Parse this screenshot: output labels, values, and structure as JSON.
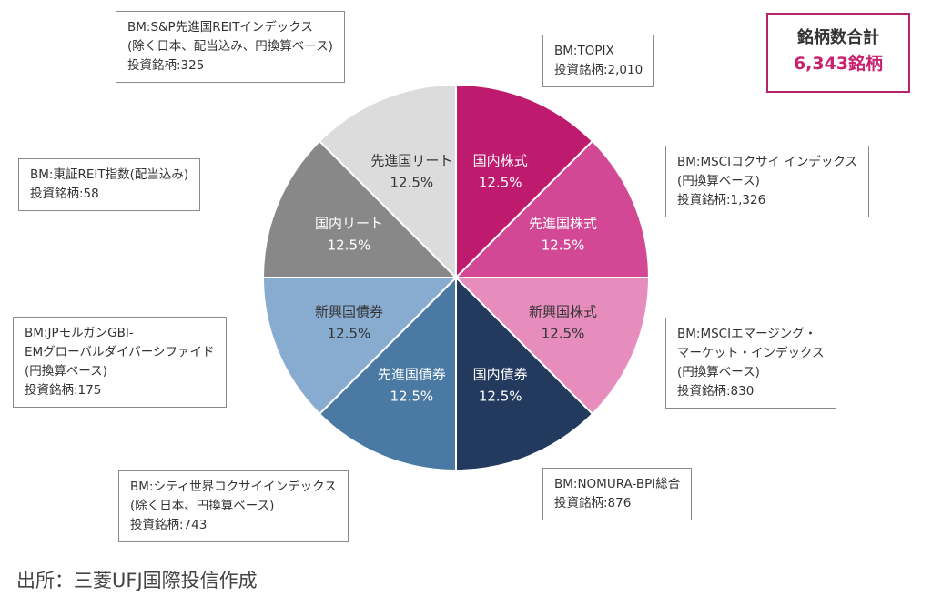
{
  "chart_data": {
    "type": "pie",
    "slices": [
      {
        "label": "国内株式",
        "value": 12.5,
        "value_label": "12.5%",
        "color": "#be1a6e",
        "text_color": "#ffffff"
      },
      {
        "label": "先進国株式",
        "value": 12.5,
        "value_label": "12.5%",
        "color": "#d24894",
        "text_color": "#ffffff"
      },
      {
        "label": "新興国株式",
        "value": 12.5,
        "value_label": "12.5%",
        "color": "#e68dbd",
        "text_color": "#333333"
      },
      {
        "label": "国内債券",
        "value": 12.5,
        "value_label": "12.5%",
        "color": "#233a5e",
        "text_color": "#ffffff"
      },
      {
        "label": "先進国債券",
        "value": 12.5,
        "value_label": "12.5%",
        "color": "#4a7aa3",
        "text_color": "#ffffff"
      },
      {
        "label": "新興国債券",
        "value": 12.5,
        "value_label": "12.5%",
        "color": "#88acd0",
        "text_color": "#333333"
      },
      {
        "label": "国内リート",
        "value": 12.5,
        "value_label": "12.5%",
        "color": "#888888",
        "text_color": "#ffffff"
      },
      {
        "label": "先進国リート",
        "value": 12.5,
        "value_label": "12.5%",
        "color": "#dcdcdc",
        "text_color": "#333333"
      }
    ]
  },
  "callouts": {
    "topix": {
      "lines": [
        "BM:TOPIX",
        "投資銘柄:2,010"
      ]
    },
    "msci_kokusai": {
      "lines": [
        "BM:MSCIコクサイ インデックス",
        "(円換算ベース)",
        "投資銘柄:1,326"
      ]
    },
    "msci_em": {
      "lines": [
        "BM:MSCIエマージング・",
        "マーケット・インデックス",
        "(円換算ベース)",
        "投資銘柄:830"
      ]
    },
    "nomura_bpi": {
      "lines": [
        "BM:NOMURA-BPI総合",
        "投資銘柄:876"
      ]
    },
    "citi_wgbi": {
      "lines": [
        "BM:シティ世界コクサイインデックス",
        "(除く日本、円換算ベース)",
        "投資銘柄:743"
      ]
    },
    "jpm_gbi_em": {
      "lines": [
        "BM:JPモルガンGBI-",
        "EMグローバルダイバーシファイド",
        "(円換算ベース)",
        "投資銘柄:175"
      ]
    },
    "tse_reit": {
      "lines": [
        "BM:東証REIT指数(配当込み)",
        "投資銘柄:58"
      ]
    },
    "sp_reit": {
      "lines": [
        "BM:S&P先進国REITインデックス",
        "(除く日本、配当込み、円換算ベース)",
        "投資銘柄:325"
      ]
    }
  },
  "total": {
    "label": "銘柄数合計",
    "value": "6,343銘柄"
  },
  "source": "出所：三菱UFJ国際投信作成"
}
